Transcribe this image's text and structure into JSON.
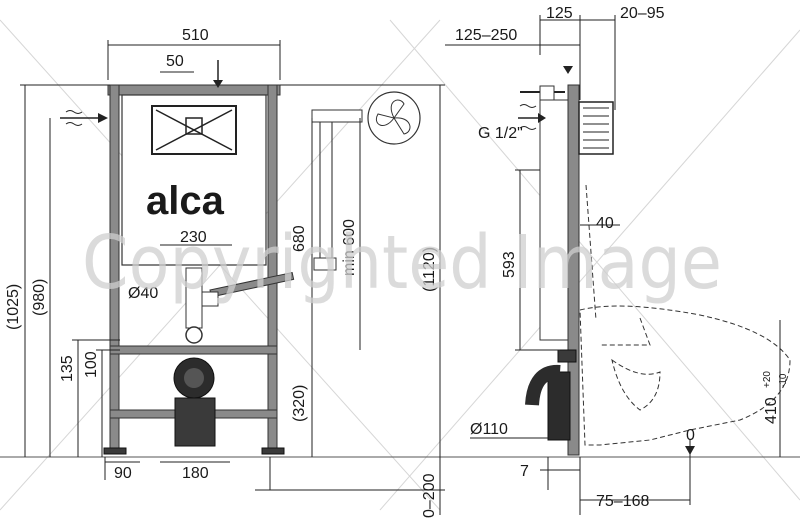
{
  "brand": {
    "logo_text": "alca"
  },
  "watermark": {
    "text": "Copyrighted Image"
  },
  "front_view": {
    "width_total": "510",
    "offset_top": "50",
    "width_inner": "230",
    "height_1025": "(1025)",
    "height_980": "(980)",
    "height_680": "680",
    "height_1120": "(1120)",
    "height_320": "(320)",
    "height_135": "135",
    "height_100": "100",
    "pipe_diameter": "Ø40",
    "min_distance": "min 600",
    "foot_90": "90",
    "foot_180": "180",
    "depth_0_200": "0–200"
  },
  "side_view": {
    "depth_125": "125",
    "depth_20_95": "20–95",
    "depth_125_250": "125–250",
    "thread": "G 1/2\"",
    "height_593": "593",
    "offset_40": "40",
    "waste_diameter": "Ø110",
    "offset_7": "7",
    "range_75_168": "75–168",
    "height_410": "410",
    "tol_plus": "+20",
    "tol_minus": "-10",
    "zero_mark": "0"
  }
}
